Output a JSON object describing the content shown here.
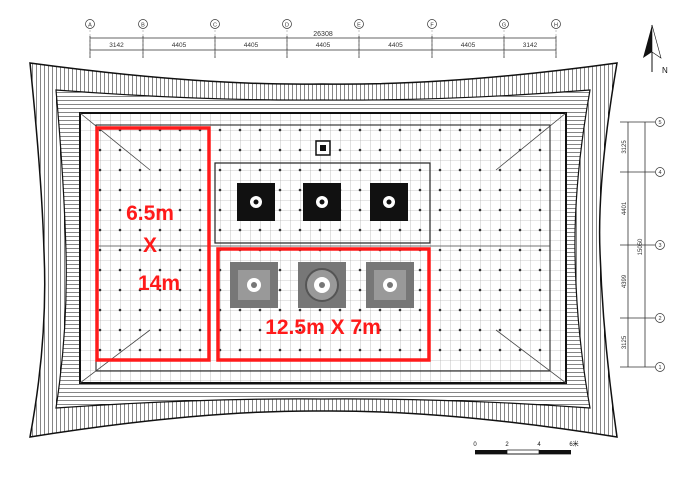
{
  "grid_axes": {
    "columns": [
      "A",
      "B",
      "C",
      "D",
      "E",
      "F",
      "G",
      "H"
    ],
    "rows": [
      "1",
      "2",
      "3",
      "4",
      "5"
    ]
  },
  "dimensions_top": {
    "total": "26308",
    "spans": [
      "3142",
      "4405",
      "4405",
      "4405",
      "4405",
      "4405",
      "3142"
    ]
  },
  "dimensions_right": {
    "total": "15050",
    "spans": [
      "3125",
      "4401",
      "4399",
      "3125"
    ]
  },
  "north_arrow": {
    "label": "N"
  },
  "highlights": [
    {
      "lines": [
        "6.5m",
        "X",
        "14m"
      ]
    },
    {
      "text": "12.5m X 7m"
    }
  ],
  "scale_bar": {
    "ticks": [
      "0",
      "2",
      "4",
      "6米"
    ]
  },
  "colors": {
    "highlight": "#ff1a1a",
    "line": "#111111",
    "ink_gray": "#777777"
  }
}
